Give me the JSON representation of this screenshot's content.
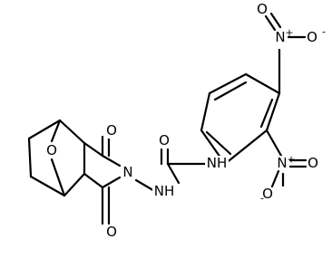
{
  "atoms": {
    "o_bridge": "O",
    "o_carbonyl_top": "O",
    "o_carbonyl_bottom": "O",
    "n_imide": "N",
    "nh_1": "NH",
    "o_urea": "O",
    "nh_2": "NH",
    "n_nitro_top": "N",
    "o_nitro_top_a": "O",
    "o_nitro_top_b": "O",
    "n_nitro_mid": "N",
    "o_nitro_mid_a": "O",
    "o_nitro_mid_b": "O"
  },
  "charges": {
    "n_nitro_top_plus": "+",
    "o_nitro_top_minus": "-",
    "n_nitro_mid_plus": "+",
    "o_nitro_mid_minus": "-"
  },
  "colors": {
    "bond": "#000000",
    "text": "#000000",
    "background": "#ffffff"
  }
}
